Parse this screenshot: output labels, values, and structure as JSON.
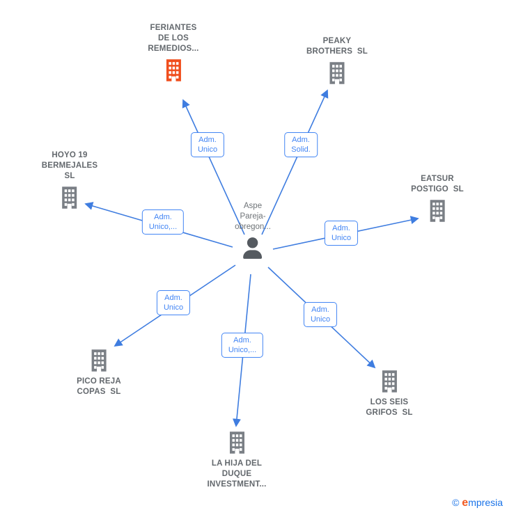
{
  "graph": {
    "center": {
      "name": "Aspe\nPareja-\nobregon..."
    },
    "companies": {
      "feriantes": {
        "name": "FERIANTES\nDE LOS\nREMEDIOS...",
        "highlighted": true
      },
      "peaky": {
        "name": "PEAKY\nBROTHERS  SL",
        "highlighted": false
      },
      "hoyo": {
        "name": "HOYO 19\nBERMEJALES\nSL",
        "highlighted": false
      },
      "eatsur": {
        "name": "EATSUR\nPOSTIGO  SL",
        "highlighted": false
      },
      "pico": {
        "name": "PICO REJA\nCOPAS  SL",
        "highlighted": false
      },
      "grifos": {
        "name": "LOS SEIS\nGRIFOS  SL",
        "highlighted": false
      },
      "hija": {
        "name": "LA HIJA DEL\nDUQUE\nINVESTMENT...",
        "highlighted": false
      }
    },
    "relationships": {
      "feriantes": {
        "label": "Adm.\nUnico"
      },
      "peaky": {
        "label": "Adm.\nSolid."
      },
      "hoyo": {
        "label": "Adm.\nUnico,..."
      },
      "eatsur": {
        "label": "Adm.\nUnico"
      },
      "pico": {
        "label": "Adm.\nUnico"
      },
      "grifos": {
        "label": "Adm.\nUnico"
      },
      "hija": {
        "label": "Adm.\nUnico,..."
      }
    }
  },
  "watermark": {
    "copyright": "©",
    "brand_first_letter": "e",
    "brand_rest": "mpresia"
  },
  "colors": {
    "edge": "#3f7de0",
    "label_border": "#4285f4",
    "highlight_building": "#f04e1d",
    "building": "#7a7f85",
    "person": "#555a60",
    "company_text": "#63686d",
    "watermark_blue": "#1a73e8",
    "watermark_orange": "#f05a22"
  }
}
